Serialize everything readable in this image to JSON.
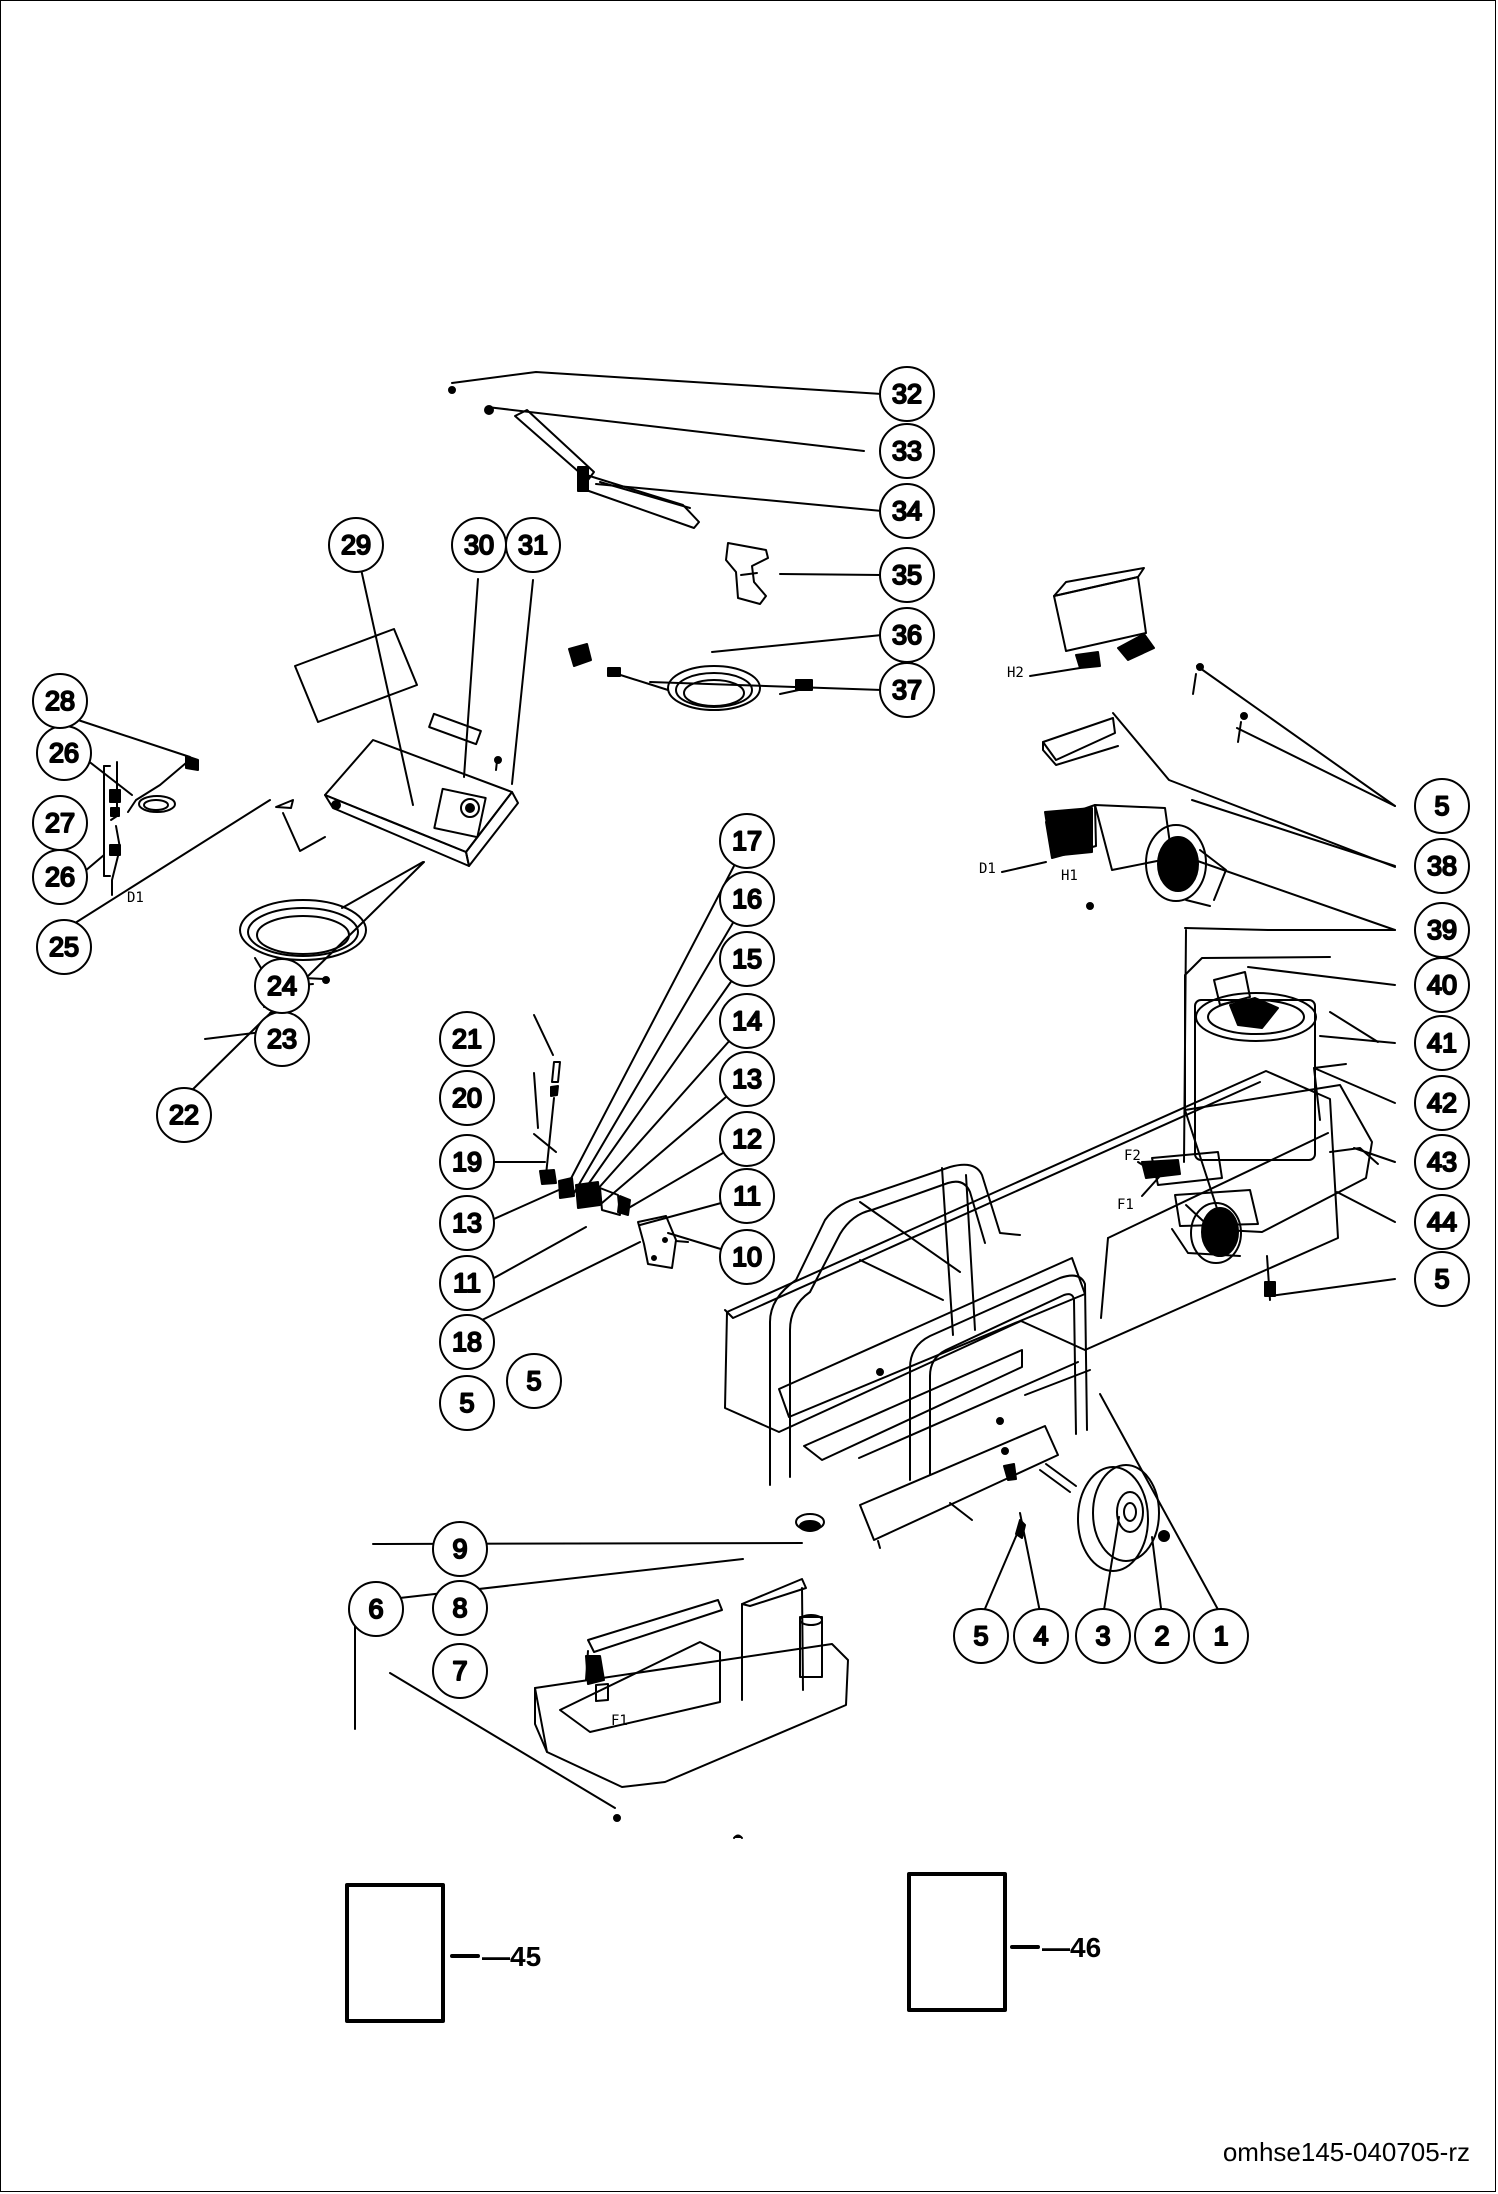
{
  "diagram": {
    "callouts": [
      "1",
      "2",
      "3",
      "4",
      "5",
      "6",
      "7",
      "8",
      "9",
      "10",
      "11",
      "12",
      "13",
      "14",
      "15",
      "16",
      "17",
      "18",
      "19",
      "20",
      "21",
      "22",
      "23",
      "24",
      "25",
      "26",
      "27",
      "28",
      "29",
      "30",
      "31",
      "32",
      "33",
      "34",
      "35",
      "36",
      "37",
      "38",
      "39",
      "40",
      "41",
      "42",
      "43",
      "44"
    ],
    "part_labels": {
      "h2": "H2",
      "h1": "H1",
      "d1_motor": "D1",
      "d1_cord": "D1",
      "f1_burner": "F1",
      "f2": "F2",
      "f1_tank": "F1"
    },
    "reference_boxes": [
      {
        "label": "—45"
      },
      {
        "label": "—46"
      }
    ]
  },
  "footer": {
    "doc_code": "omhse145-040705-rz"
  }
}
